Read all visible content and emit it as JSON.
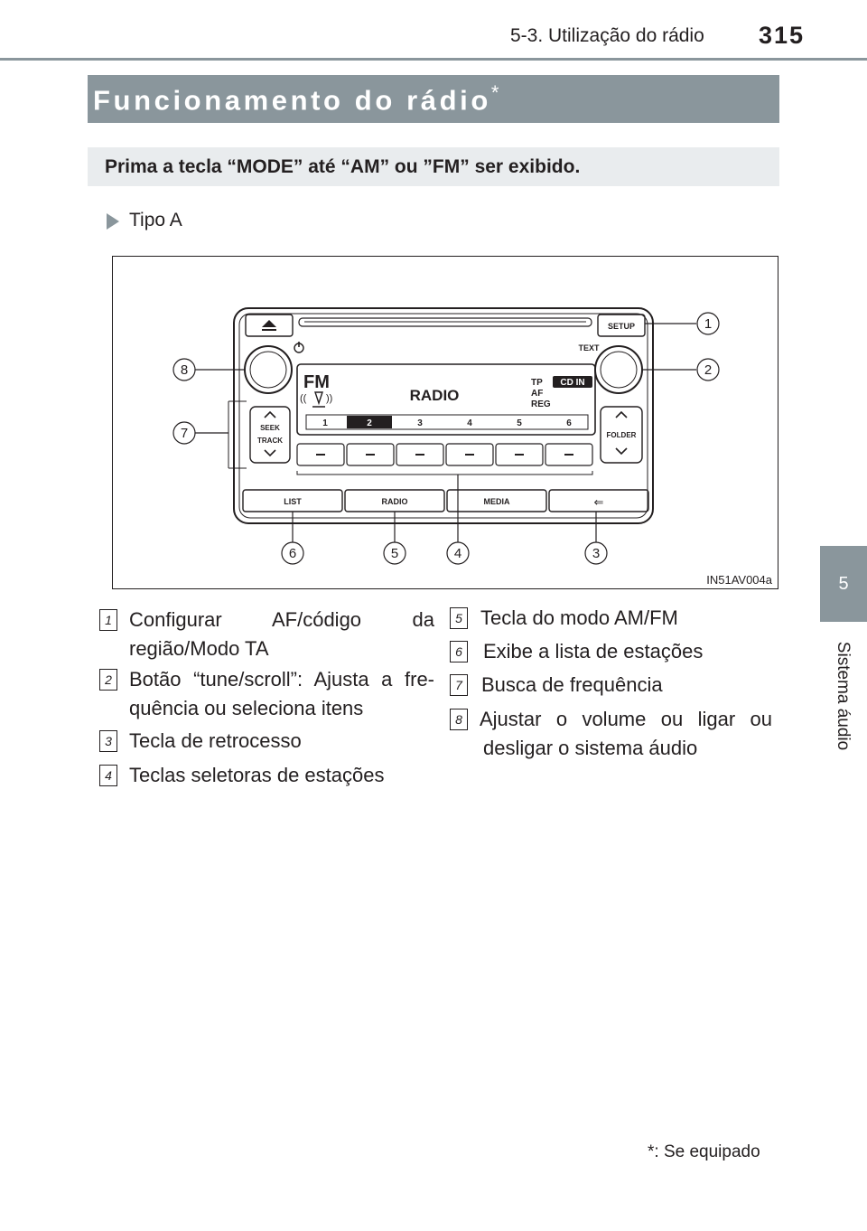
{
  "header": {
    "section": "5-3. Utilização do rádio",
    "page_number": "315"
  },
  "side_tab": {
    "chapter_number": "5",
    "chapter_title": "Sistema áudio"
  },
  "title": {
    "text": "Funcionamento do rádio",
    "star": "*"
  },
  "instruction": "Prima a tecla “MODE” até “AM” ou ”FM” ser exibido.",
  "tipo_label": "Tipo A",
  "figure": {
    "code": "IN51AV004a",
    "display": {
      "band": "FM",
      "source": "RADIO",
      "indicators": [
        "TP",
        "AF",
        "REG"
      ],
      "cd_label": "CD IN"
    },
    "presets": [
      "1",
      "2",
      "3",
      "4",
      "5",
      "6"
    ],
    "top_buttons": [
      "SETUP",
      "TEXT"
    ],
    "side_buttons": {
      "left_top": "SEEK",
      "left_bottom": "TRACK",
      "right": "FOLDER"
    },
    "bottom_buttons": [
      "LIST",
      "RADIO",
      "MEDIA",
      "⇐"
    ],
    "callouts": [
      "1",
      "2",
      "3",
      "4",
      "5",
      "6",
      "7",
      "8"
    ]
  },
  "legend": [
    {
      "num": "1",
      "line1": "Configurar AF/código da",
      "line2": "região/Modo TA"
    },
    {
      "num": "2",
      "line1": "Botão “tune/scroll”: Ajusta a fre-",
      "line2": "quência ou seleciona itens"
    },
    {
      "num": "3",
      "line1": "Tecla de retrocesso",
      "line2": ""
    },
    {
      "num": "4",
      "line1": "Teclas seletoras de estações",
      "line2": ""
    },
    {
      "num": "5",
      "line1": "Tecla do modo AM/FM",
      "line2": ""
    },
    {
      "num": "6",
      "line1": "Exibe a lista de estações",
      "line2": ""
    },
    {
      "num": "7",
      "line1": "Busca de frequência",
      "line2": ""
    },
    {
      "num": "8",
      "line1": "Ajustar o volume ou ligar ou",
      "line2": "desligar o sistema áudio"
    }
  ],
  "footnote": "*: Se equipado"
}
